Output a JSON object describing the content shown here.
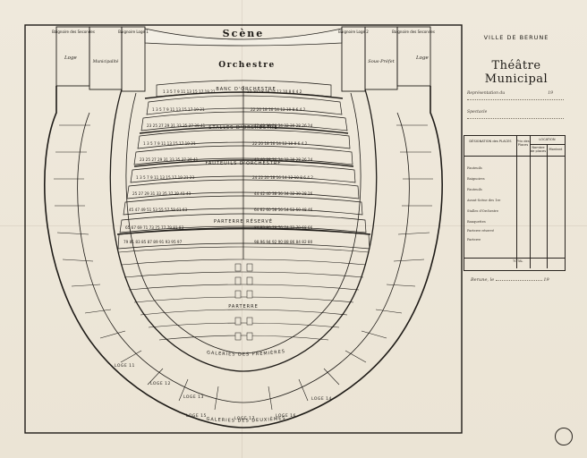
{
  "plan": {
    "stage": "Scène",
    "orchestra": "Orchestre",
    "banc_orchestre": "BANC D'ORCHESTRE",
    "stalles": "STALLES D'ORCHESTRE",
    "fauteuils": "FAUTEUILS D'ORCHESTRE",
    "parterre_reserve": "PARTERRE RÉSERVÉ",
    "parterre": "PARTERRE",
    "galeries_premieres": "GALERIES  DES  PREMIÈRES",
    "galeries_deuxiemes": "GALERIES  DES  DEUXIÈMES",
    "box_left_top": "Baignoire des Secondes",
    "box_left_loge": "Loge",
    "box_municipalite": "Municipalité",
    "box_baignoire_left": "Baignoire Loge 1",
    "box_baignoire_right": "Baignoire Loge 2",
    "box_sous_prefet": "Sous-Préfet",
    "box_right_top": "Baignoire des Secondes",
    "box_right_loge": "Loge",
    "loges_bottom": [
      "LOGE 11",
      "LOGE 12",
      "LOGE 13",
      "LOGE 14",
      "LOGE 15",
      "LOGE 16",
      "LOGE 17"
    ]
  },
  "side": {
    "ville": "VILLE DE BERUNE",
    "theatre": "Théâtre Municipal",
    "representation": "Représentation du",
    "spectacle": "Spectacle",
    "year_suffix": "19",
    "table_headers": [
      "DÉSIGNATION des PLACES",
      "Prix des Places",
      "LOCATION"
    ],
    "location_sub": [
      "Nombre de places",
      "Montant"
    ],
    "categories": [
      "Fauteuils",
      "Baignoires",
      "Fauteuils",
      "Avant-Scène des 1re",
      "Stalles d'Orchestre",
      "Banquettes",
      "Parterre réservé",
      "Parterre"
    ],
    "total": "TOTAL",
    "date_line": "Berune, le",
    "date_suffix": "19"
  }
}
